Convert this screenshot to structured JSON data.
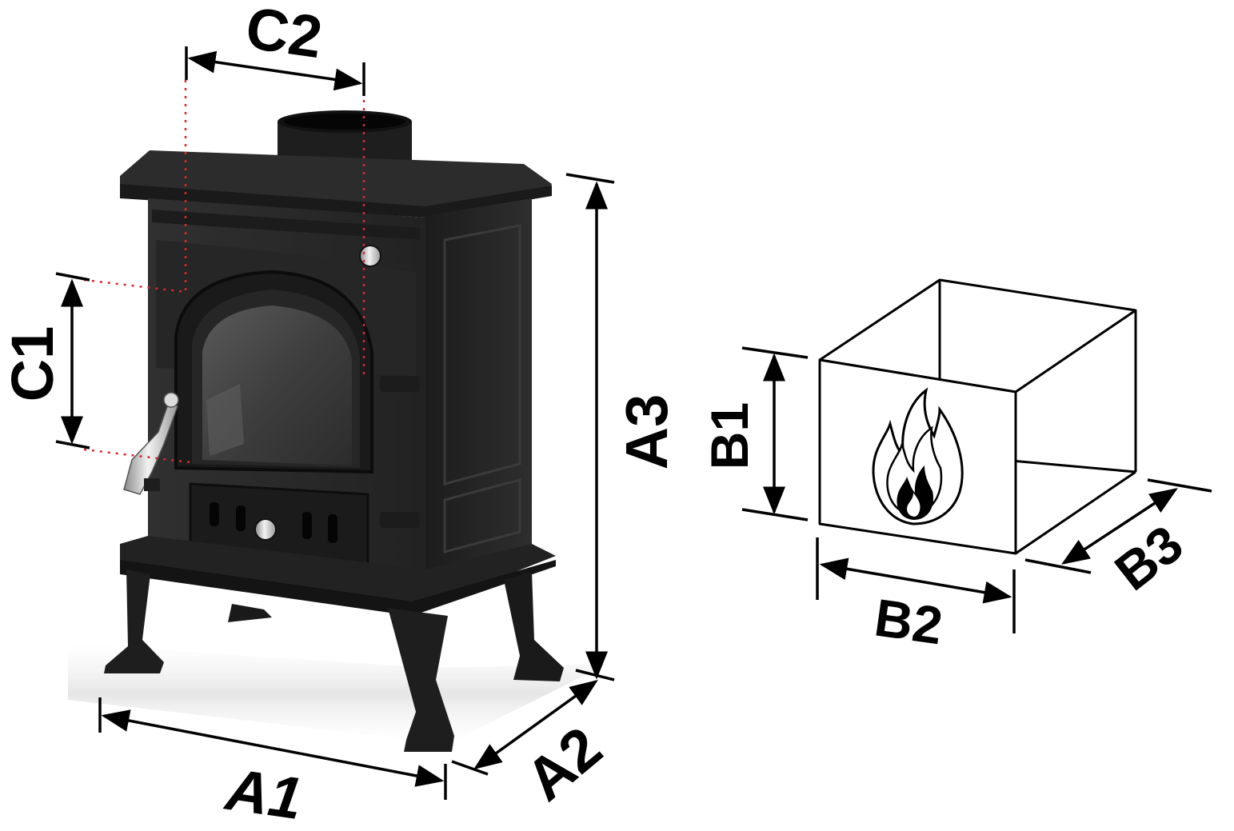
{
  "dimensions": {
    "a1": "A1",
    "a2": "A2",
    "a3": "A3",
    "b1": "B1",
    "b2": "B2",
    "b3": "B3",
    "c1": "C1",
    "c2": "C2"
  },
  "colors": {
    "line": "#000000",
    "guide": "#d42a2a",
    "stove_body": "#2a2a2a",
    "stove_dark": "#161616",
    "glass": "#4a4a4a",
    "chrome": "#c8c8c8",
    "floor_shadow": "#e6e6e6"
  },
  "icons": {
    "stove": "wood-stove-illustration",
    "firebox": "firebox-cube-outline",
    "flame": "flame-icon"
  }
}
